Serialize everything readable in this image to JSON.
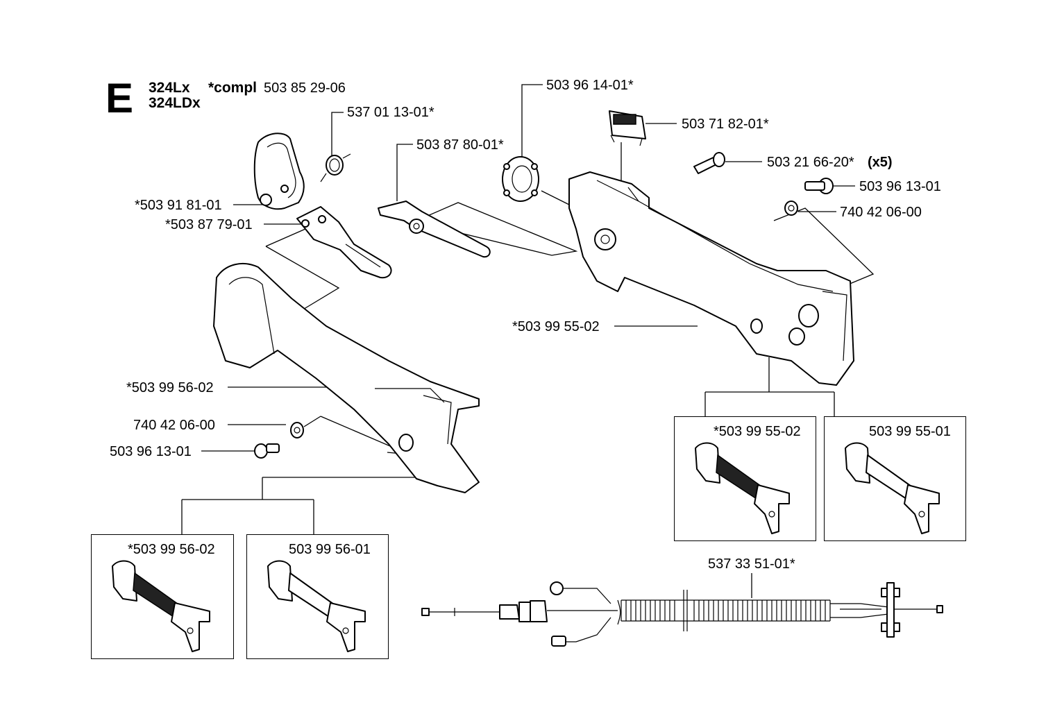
{
  "header": {
    "section_letter": "E",
    "model_1": "324Lx",
    "model_2": "324LDx",
    "compl_label": "*compl",
    "compl_number": "503 85 29-06"
  },
  "labels": {
    "p_537011301": "537 01 13-01*",
    "p_503878001": "503 87 80-01*",
    "p_503918101": "*503 91 81-01",
    "p_503877901": "*503 87 79-01",
    "p_503961401": "503 96 14-01*",
    "p_503718201": "503 71 82-01*",
    "p_503216620": "503 21 66-20*",
    "p_503216620_qty": "(x5)",
    "p_503961301_right": "503 96 13-01",
    "p_740420600_right": "740 42 06-00",
    "p_503995502_main": "*503 99 55-02",
    "p_503995602_main": "*503 99 56-02",
    "p_740420600_left": "740 42 06-00",
    "p_503961301_left": "503 96 13-01",
    "p_537335101": "537 33 51-01*"
  },
  "variant_boxes": {
    "right_a": "*503 99 55-02",
    "right_b": "503 99 55-01",
    "left_a": "*503 99 56-02",
    "left_b": "503 99 56-01"
  }
}
